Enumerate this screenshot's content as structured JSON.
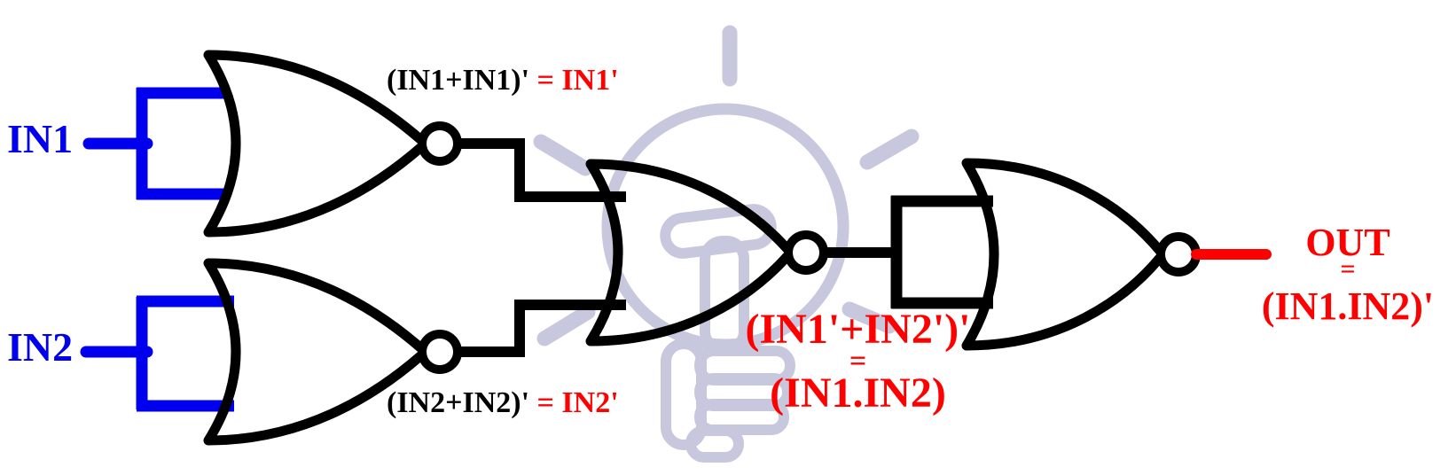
{
  "diagram_type": "logic-circuit",
  "description": "AND function built from NOR gates (output is NAND then labeled)",
  "labels": {
    "in1": "IN1",
    "in2": "IN2",
    "nor1_expr_black": "(IN1+IN1)'",
    "nor1_expr_red": "= IN1'",
    "nor2_expr_black": "(IN2+IN2)'",
    "nor2_expr_red": "= IN2'",
    "nor3_expr_line1": "(IN1'+IN2')'",
    "nor3_expr_line2": "=",
    "nor3_expr_line3": "(IN1.IN2)",
    "out_line1": "OUT",
    "out_line2": "=",
    "out_line3": "(IN1.IN2)'"
  },
  "gates": [
    {
      "id": "nor1",
      "type": "NOR",
      "inputs": [
        "IN1",
        "IN1"
      ],
      "output": "IN1'"
    },
    {
      "id": "nor2",
      "type": "NOR",
      "inputs": [
        "IN2",
        "IN2"
      ],
      "output": "IN2'"
    },
    {
      "id": "nor3",
      "type": "NOR",
      "inputs": [
        "IN1'",
        "IN2'"
      ],
      "output": "(IN1.IN2)"
    },
    {
      "id": "nor4",
      "type": "NOR",
      "inputs": [
        "(IN1.IN2)",
        "(IN1.IN2)"
      ],
      "output": "(IN1.IN2)'"
    }
  ],
  "colors": {
    "wire_black": "#000000",
    "input_blue": "#0000ee",
    "result_red": "#ff0000",
    "watermark_lavender": "#c7c7dd",
    "background": "#ffffff"
  },
  "icons": {
    "watermark": "light-bulb-icon"
  }
}
